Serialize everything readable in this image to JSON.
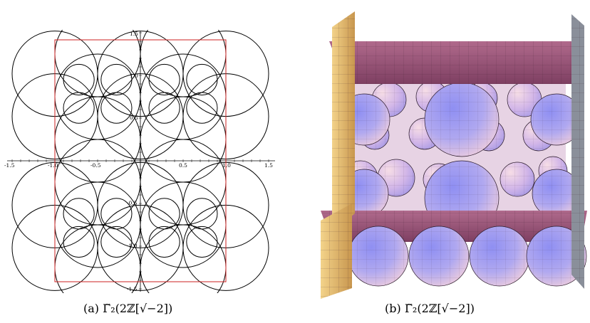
{
  "figure": {
    "left_panel": {
      "x_ticks": [
        "-1.5",
        "-1.0",
        "-0.5",
        "0.5",
        "1.0",
        "1.5"
      ],
      "y_ticks": [
        "1.5",
        "1.0",
        "0.5",
        "-0.5",
        "-1.0",
        "-1.5"
      ],
      "frame_color": "#cc2222",
      "circle_color": "#000000"
    },
    "right_panel": {
      "sphere_colors": [
        "#8f8ff2",
        "#f3d0dc",
        "#b0a8f0"
      ],
      "wall_color": "#9c5478",
      "side_wall_color": "#e9c27a"
    },
    "captions": {
      "a": "(a) Γ̃₂(2ℤ[√−2])",
      "b": "(b) Γ̃₂(2ℤ[√−2])"
    }
  }
}
